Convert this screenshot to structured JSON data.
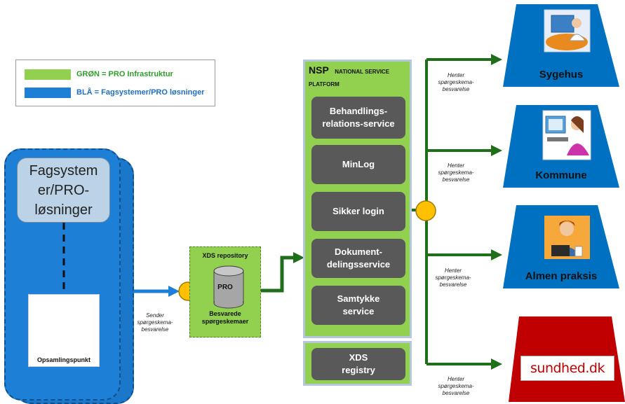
{
  "legend": {
    "green_label": "GRØN = PRO Infrastruktur",
    "green_color": "#92d050",
    "blue_label": "BLÅ = Fagsystemer/PRO løsninger",
    "blue_color": "#1d80d6"
  },
  "fagsystem": {
    "title": "Fagsystem er/PRO-løsninger",
    "server_label": "Opsamlingspunkt"
  },
  "sender_note": "Sender spørgeskema-besvarelse",
  "xds_repository": {
    "title": "XDS repository",
    "db_label": "PRO",
    "caption": "Besvarede spørgeskemaer"
  },
  "nsp": {
    "abbr": "NSP",
    "full_name": "NATIONAL SERVICE PLATFORM",
    "services": [
      "Behandlings-relations-service",
      "MinLog",
      "Sikker login",
      "Dokument-delingsservice",
      "Samtykke service"
    ],
    "registry": "XDS registry"
  },
  "henter_note": "Henter spørgeskema-besvarelse",
  "destinations": [
    {
      "label": "Sygehus",
      "color": "#0070c0"
    },
    {
      "label": "Kommune",
      "color": "#0070c0"
    },
    {
      "label": "Almen praksis",
      "color": "#0070c0"
    },
    {
      "label": "sundhed.dk",
      "color": "#c00000"
    }
  ],
  "colors": {
    "arrow_green": "#1f6e1a",
    "arrow_blue": "#1d80d6",
    "junction": "#ffc000",
    "service_grey": "#595959"
  }
}
